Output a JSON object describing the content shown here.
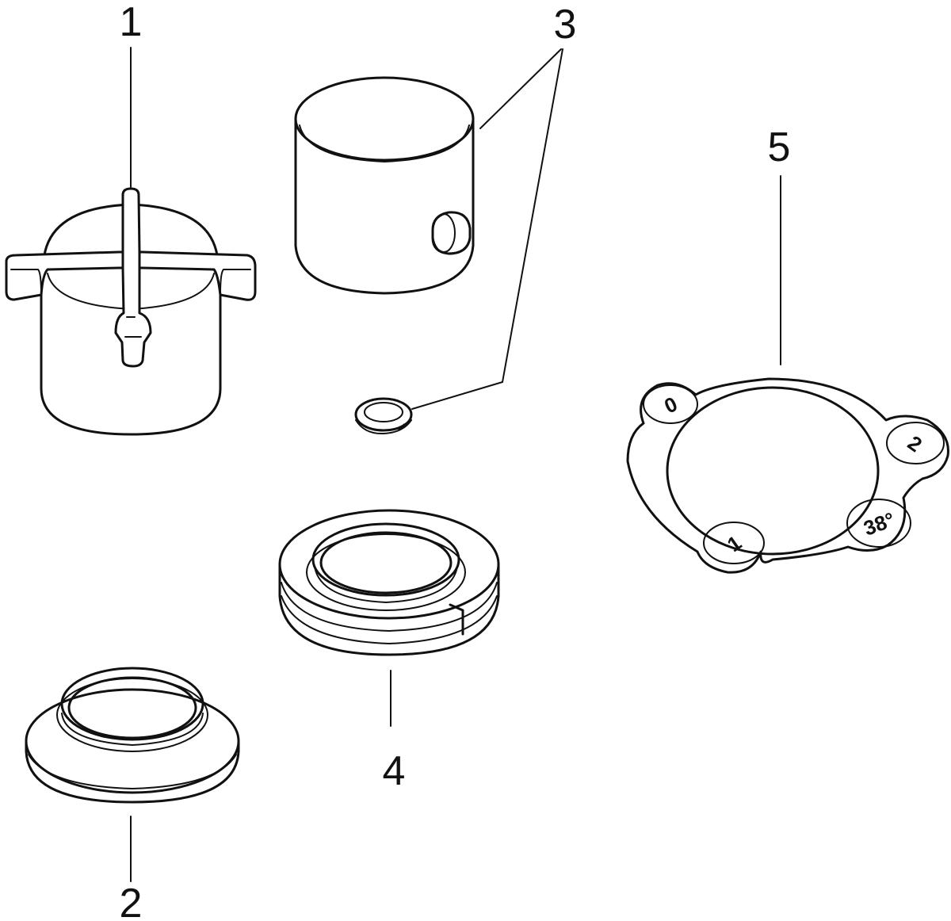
{
  "callouts": {
    "part_1": "1",
    "part_2": "2",
    "part_3": "3",
    "part_4": "4",
    "part_5": "5"
  },
  "dial_plate": {
    "mark_off": "0",
    "mark_1": "1",
    "mark_2": "2",
    "mark_temp": "38°"
  },
  "colors": {
    "line": "#111111",
    "background": "#ffffff"
  }
}
